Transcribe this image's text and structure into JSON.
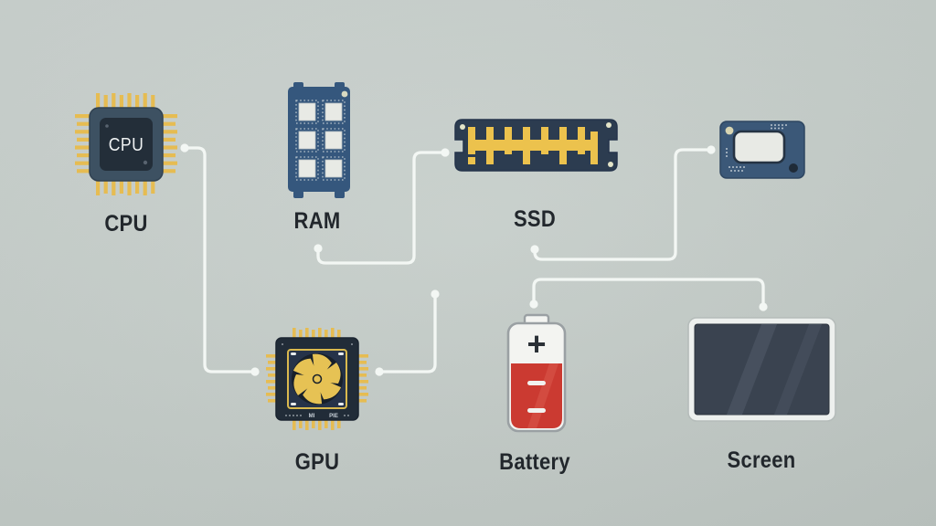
{
  "canvas": {
    "background": "#c5cdc9",
    "connector_color": "#f3f7f4"
  },
  "labels": {
    "cpu": "CPU",
    "ram": "RAM",
    "ssd": "SSD",
    "gpu": "GPU",
    "battery": "Battery",
    "screen": "Screen"
  },
  "cpu": {
    "chip_text": "CPU"
  },
  "gpu": {
    "marking_left": "MI",
    "marking_right": "PIE"
  },
  "battery": {
    "plus_symbol": "+"
  },
  "colors": {
    "chip_pin_gold": "#e6bc52",
    "cpu_body": "#3d5162",
    "cpu_core": "#232e39",
    "ram_board": "#35577d",
    "ssd_body": "#2c3c50",
    "ssd_contacts": "#ecc24d",
    "display_board": "#3b5878",
    "gpu_body": "#212c38",
    "battery_red": "#cb3a31",
    "screen_panel": "#3a4350",
    "label_text": "#22272c"
  },
  "connections": [
    {
      "from": "cpu",
      "to": "gpu"
    },
    {
      "from": "ram",
      "to": "ssd"
    },
    {
      "from": "ssd",
      "to": "display-board"
    },
    {
      "from": "gpu",
      "to": "junction"
    },
    {
      "from": "junction-bar",
      "to": "battery"
    },
    {
      "from": "junction-bar",
      "to": "screen"
    }
  ]
}
